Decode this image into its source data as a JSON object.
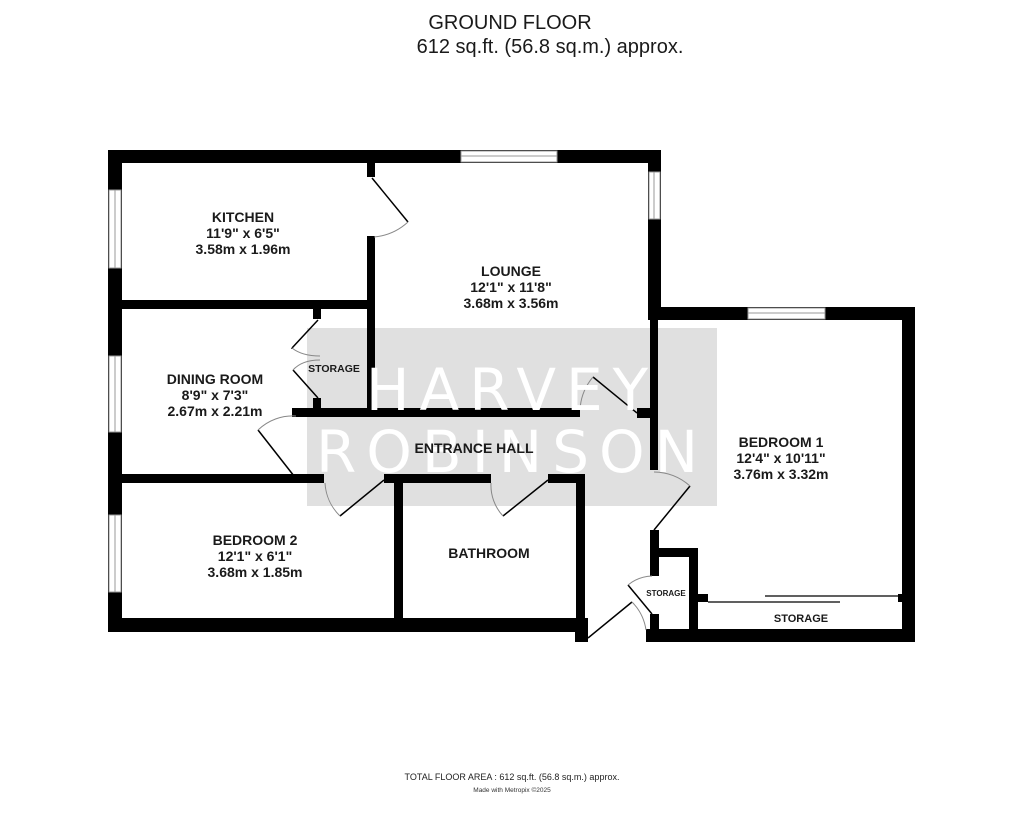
{
  "header": {
    "floor_name": "GROUND FLOOR",
    "area": "612 sq.ft. (56.8 sq.m.) approx."
  },
  "watermark": {
    "line1": "HARVEY",
    "line2": "ROBINSON",
    "box_color": "#e0e0e0",
    "text_color": "#ffffff"
  },
  "rooms": {
    "kitchen": {
      "name": "KITCHEN",
      "imperial": "11'9\"  x 6'5\"",
      "metric": "3.58m  x 1.96m"
    },
    "lounge": {
      "name": "LOUNGE",
      "imperial": "12'1\"  x 11'8\"",
      "metric": "3.68m  x 3.56m"
    },
    "dining_room": {
      "name": "DINING ROOM",
      "imperial": "8'9\"  x 7'3\"",
      "metric": "2.67m  x 2.21m"
    },
    "bedroom1": {
      "name": "BEDROOM 1",
      "imperial": "12'4\"  x 10'11\"",
      "metric": "3.76m  x 3.32m"
    },
    "bedroom2": {
      "name": "BEDROOM 2",
      "imperial": "12'1\"  x 6'1\"",
      "metric": "3.68m  x 1.85m"
    },
    "entrance_hall": {
      "name": "ENTRANCE HALL"
    },
    "bathroom": {
      "name": "BATHROOM"
    },
    "storage_dining": {
      "name": "STORAGE"
    },
    "storage_entry": {
      "name": "STORAGE"
    },
    "storage_bedroom1": {
      "name": "STORAGE"
    }
  },
  "footer": {
    "total_area": "TOTAL FLOOR AREA : 612 sq.ft. (56.8 sq.m.) approx.",
    "credit": "Made with Metropix ©2025"
  },
  "colors": {
    "wall": "#000000",
    "window_frame": "#9a9a9a",
    "background": "#ffffff"
  }
}
